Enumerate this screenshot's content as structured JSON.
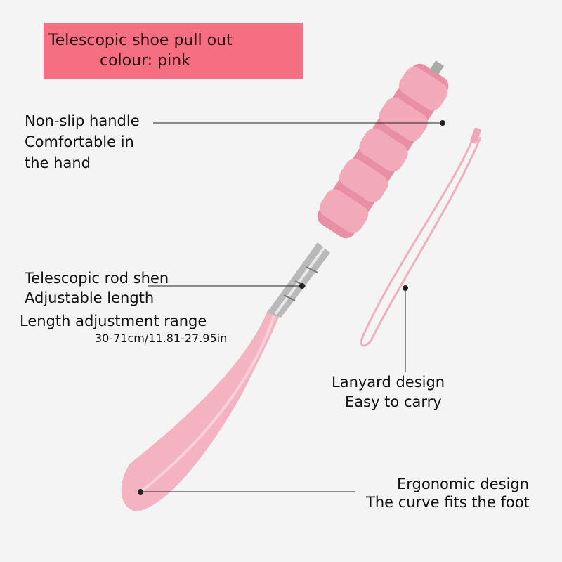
{
  "banner": {
    "title": "Telescopic shoe pull out",
    "colour": "colour:  pink"
  },
  "colors": {
    "banner": "#f56f80",
    "product_pink": "#f2a7b5",
    "background": "#f4f4f5"
  },
  "callouts": {
    "handle": {
      "line1": "Non-slip handle",
      "line2": "Comfortable in",
      "line3": "the hand"
    },
    "rod": {
      "line1": "Telescopic rod shen",
      "line2": "Adjustable length",
      "line3": "Length adjustment range",
      "range": "30-71cm/11.81-27.95in"
    },
    "lanyard": {
      "line1": "Lanyard design",
      "line2": "Easy to carry"
    },
    "horn": {
      "line1": "Ergonomic design",
      "line2": "The curve fits the foot"
    }
  }
}
